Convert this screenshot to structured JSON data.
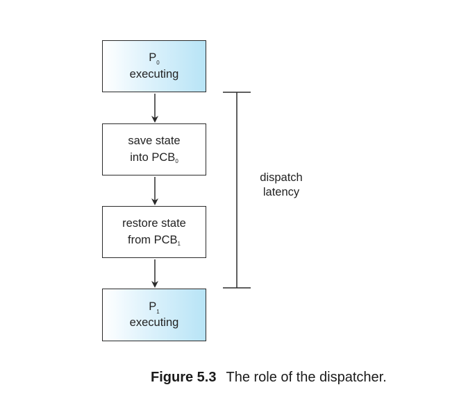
{
  "boxes": {
    "p0": {
      "label": "P",
      "subscript": "0",
      "status": "executing"
    },
    "save": {
      "line1": "save state",
      "line2": "into PCB",
      "subscript": "0"
    },
    "restore": {
      "line1": "restore state",
      "line2": "from PCB",
      "subscript": "1"
    },
    "p1": {
      "label": "P",
      "subscript": "1",
      "status": "executing"
    }
  },
  "latency": {
    "line1": "dispatch",
    "line2": "latency"
  },
  "caption": {
    "figure": "Figure 5.3",
    "text": "The role of the dispatcher."
  },
  "colors": {
    "process_fill_start": "#ffffff",
    "process_fill_end": "#b8e4f6",
    "stroke": "#2a2a2a"
  }
}
